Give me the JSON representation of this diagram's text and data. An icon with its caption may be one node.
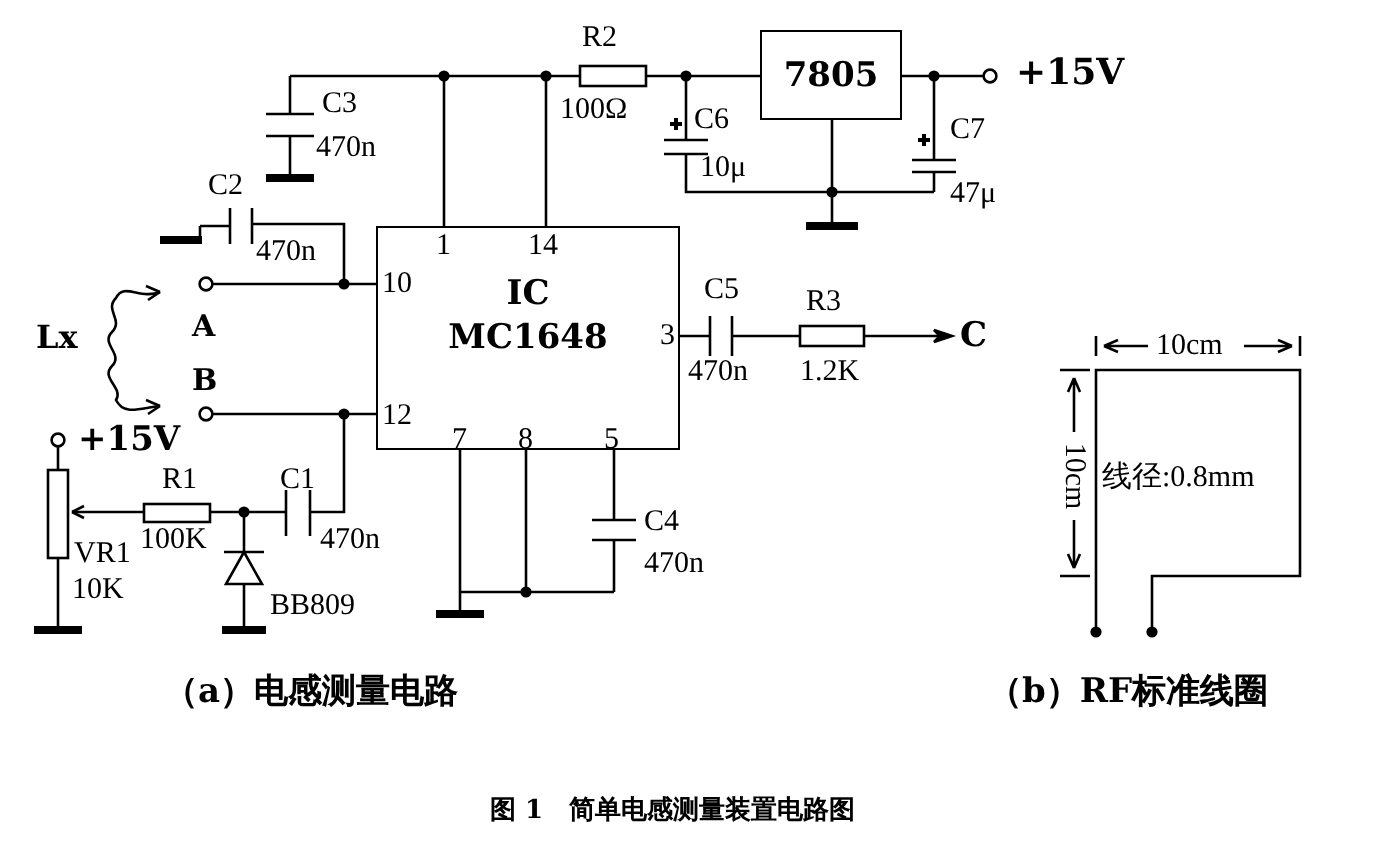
{
  "diagram": {
    "caption": "图 1　简单电感测量装置电路图",
    "nodes": [
      {
        "text": [
          "7805"
        ]
      },
      {
        "text": [
          "IC",
          "MC1648"
        ]
      }
    ],
    "labels": [
      "R2",
      "+15V",
      "C3",
      "100Ω",
      "C6",
      "C7",
      "470n",
      "10μ",
      "C2",
      "47μ",
      "470n",
      "1",
      "14",
      "10",
      "C5",
      "R3",
      "Lx",
      "A",
      "3",
      "C",
      "10cm",
      "B",
      "470n",
      "1.2K",
      "12",
      "+15V",
      "7",
      "8",
      "5",
      "R1",
      "C1",
      "10cm",
      "线径:0.8mm",
      "C4",
      "VR1",
      "100K",
      "470n",
      "470n",
      "10K",
      "BB809",
      "（a）电感测量电路",
      "（b）RF标准线圈"
    ]
  }
}
